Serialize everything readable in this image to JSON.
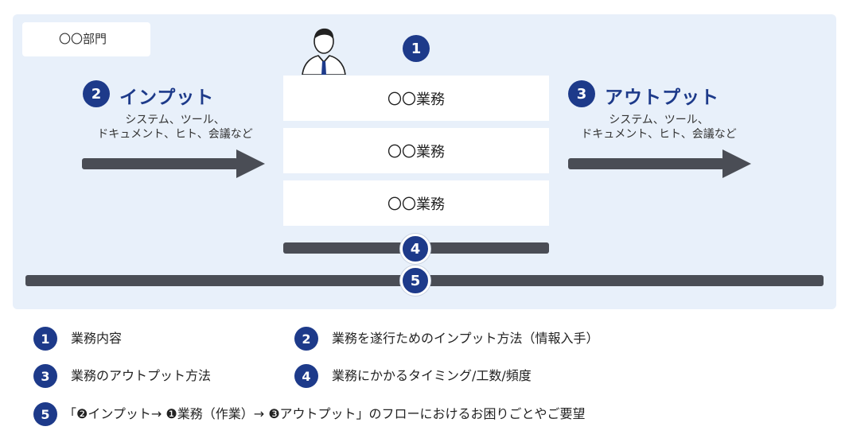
{
  "department": "〇〇部門",
  "badges": {
    "b1": "1",
    "b2": "2",
    "b3": "3",
    "b4": "4",
    "b5": "5"
  },
  "input": {
    "title": "インプット",
    "desc_line1": "システム、ツール、",
    "desc_line2": "ドキュメント、ヒト、会議など"
  },
  "output": {
    "title": "アウトプット",
    "desc_line1": "システム、ツール、",
    "desc_line2": "ドキュメント、ヒト、会議など"
  },
  "tasks": [
    "〇〇業務",
    "〇〇業務",
    "〇〇業務"
  ],
  "legend": {
    "item1": "業務内容",
    "item2": "業務を遂行ためのインプット方法（情報入手）",
    "item3": "業務のアウトプット方法",
    "item4": "業務にかかるタイミング/工数/頻度",
    "item5": "「❷インプット→ ❶業務（作業）→ ❸アウトプット」のフローにおけるお困りごとやご要望"
  },
  "colors": {
    "accent": "#1d3a8a",
    "bar": "#4a4d55",
    "panel": "#e8f0fa"
  },
  "icons": {
    "person": "businessman-icon"
  }
}
